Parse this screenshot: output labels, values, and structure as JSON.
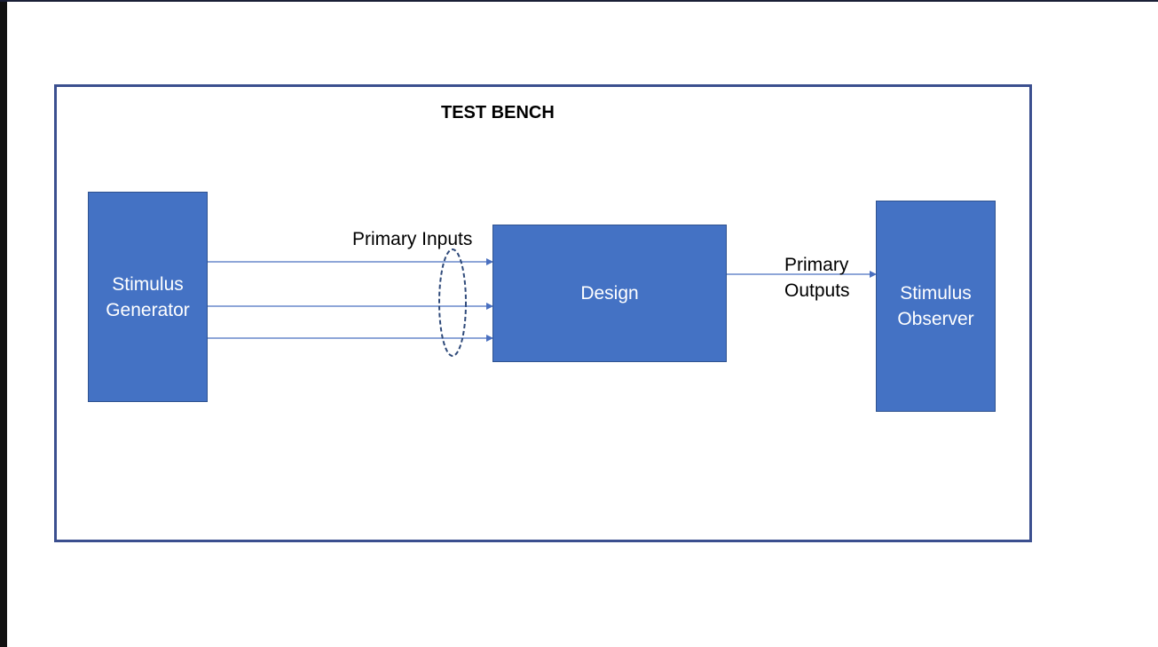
{
  "diagram": {
    "title": "TEST BENCH",
    "blocks": {
      "generator": {
        "line1": "Stimulus",
        "line2": "Generator"
      },
      "design": {
        "label": "Design"
      },
      "observer": {
        "line1": "Stimulus",
        "line2": "Observer"
      }
    },
    "labels": {
      "primary_inputs": "Primary Inputs",
      "primary_outputs_line1": "Primary",
      "primary_outputs_line2": "Outputs"
    },
    "colors": {
      "block_fill": "#4472c4",
      "block_border": "#2f528f",
      "frame_border": "#3b4f8f",
      "wire": "#4a70c0",
      "ellipse": "#2f4a7a"
    }
  }
}
